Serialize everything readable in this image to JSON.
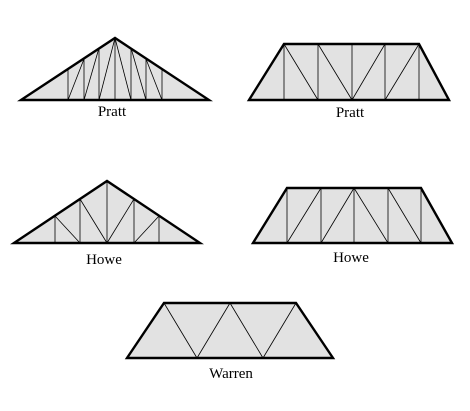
{
  "trusses": [
    {
      "id": "pratt-roof",
      "label": "Pratt"
    },
    {
      "id": "pratt-bridge",
      "label": "Pratt"
    },
    {
      "id": "howe-roof",
      "label": "Howe"
    },
    {
      "id": "howe-bridge",
      "label": "Howe"
    },
    {
      "id": "warren-bridge",
      "label": "Warren"
    }
  ]
}
